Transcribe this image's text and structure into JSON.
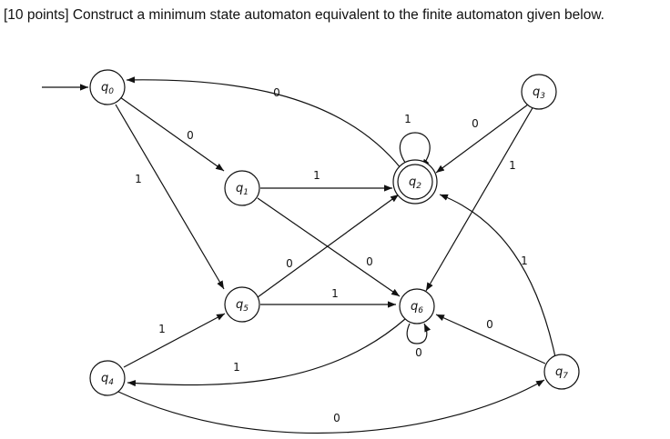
{
  "question": {
    "text": "[10 points] Construct a minimum state automaton equivalent to the finite automaton given below."
  },
  "automaton": {
    "states": [
      {
        "id": "q0",
        "base": "q",
        "sub": "0",
        "start": true,
        "accepting": false
      },
      {
        "id": "q1",
        "base": "q",
        "sub": "1",
        "start": false,
        "accepting": false
      },
      {
        "id": "q2",
        "base": "q",
        "sub": "2",
        "start": false,
        "accepting": true
      },
      {
        "id": "q3",
        "base": "q",
        "sub": "3",
        "start": false,
        "accepting": false
      },
      {
        "id": "q4",
        "base": "q",
        "sub": "4",
        "start": false,
        "accepting": false
      },
      {
        "id": "q5",
        "base": "q",
        "sub": "5",
        "start": false,
        "accepting": false
      },
      {
        "id": "q6",
        "base": "q",
        "sub": "6",
        "start": false,
        "accepting": false
      },
      {
        "id": "q7",
        "base": "q",
        "sub": "7",
        "start": false,
        "accepting": false
      }
    ],
    "transitions": [
      {
        "from": "q0",
        "to": "q1",
        "symbol": "0"
      },
      {
        "from": "q0",
        "to": "q5",
        "symbol": "1"
      },
      {
        "from": "q1",
        "to": "q2",
        "symbol": "1"
      },
      {
        "from": "q1",
        "to": "q6",
        "symbol": "0"
      },
      {
        "from": "q2",
        "to": "q2",
        "symbol": "1"
      },
      {
        "from": "q2",
        "to": "q0",
        "symbol": "0"
      },
      {
        "from": "q3",
        "to": "q2",
        "symbol": "0"
      },
      {
        "from": "q3",
        "to": "q6",
        "symbol": "1"
      },
      {
        "from": "q4",
        "to": "q5",
        "symbol": "1"
      },
      {
        "from": "q4",
        "to": "q7",
        "symbol": "0"
      },
      {
        "from": "q5",
        "to": "q2",
        "symbol": "0"
      },
      {
        "from": "q5",
        "to": "q6",
        "symbol": "1"
      },
      {
        "from": "q6",
        "to": "q6",
        "symbol": "0"
      },
      {
        "from": "q6",
        "to": "q4",
        "symbol": "1"
      },
      {
        "from": "q7",
        "to": "q6",
        "symbol": "0"
      },
      {
        "from": "q7",
        "to": "q2",
        "symbol": "1"
      }
    ]
  }
}
